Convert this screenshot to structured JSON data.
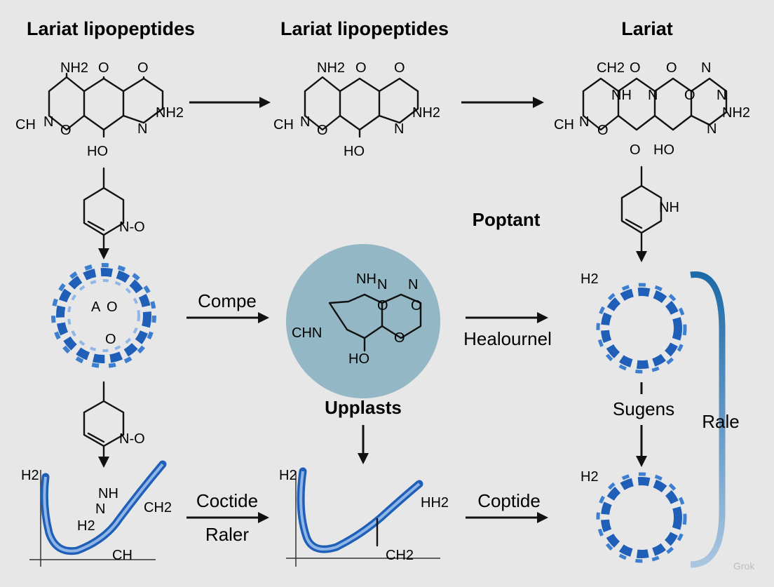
{
  "titles": {
    "left": "Lariat lipopeptides",
    "middle": "Lariat lipopeptides",
    "right": "Lariat"
  },
  "atoms": {
    "nh2": "NH2",
    "o": "O",
    "ch": "CH",
    "n": "N",
    "ho": "HO",
    "h2": "H2",
    "ch2": "CH2",
    "nh": "NH",
    "n_o": "N-O",
    "hh2": "HH2",
    "chn": "CHN",
    "a": "A"
  },
  "labels": {
    "poptant": "Poptant",
    "compe": "Compe",
    "healournel": "Healournel",
    "upplasts": "Upplasts",
    "sugens": "Sugens",
    "rale": "Rale",
    "coctide": "Coctide",
    "raler": "Raler",
    "coptide": "Coptide"
  },
  "watermark": "Grok",
  "colors": {
    "background": "#e7e7e7",
    "helix": "#1f5fb8",
    "circle": "#93b7c4",
    "bracket": "#1d6aa8"
  }
}
